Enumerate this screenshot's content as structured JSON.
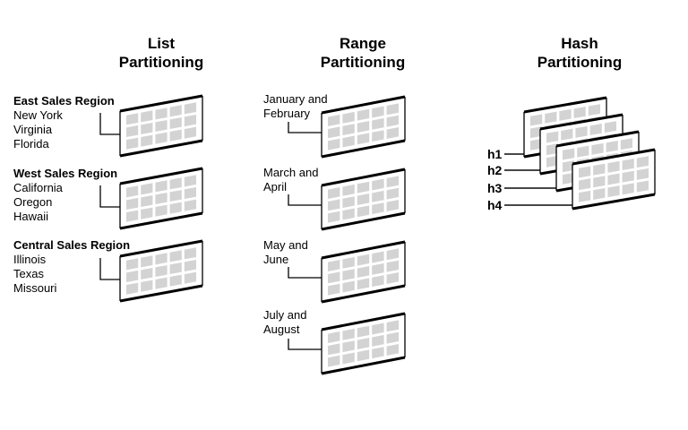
{
  "sections": {
    "list": {
      "title_line1": "List",
      "title_line2": "Partitioning",
      "groups": [
        {
          "heading": "East Sales Region",
          "items": [
            "New York",
            "Virginia",
            "Florida"
          ]
        },
        {
          "heading": "West Sales Region",
          "items": [
            "California",
            "Oregon",
            "Hawaii"
          ]
        },
        {
          "heading": "Central Sales Region",
          "items": [
            "Illinois",
            "Texas",
            "Missouri"
          ]
        }
      ]
    },
    "range": {
      "title_line1": "Range",
      "title_line2": "Partitioning",
      "groups": [
        {
          "line1": "January and",
          "line2": "February"
        },
        {
          "line1": "March and",
          "line2": "April"
        },
        {
          "line1": "May and",
          "line2": "June"
        },
        {
          "line1": "July and",
          "line2": "August"
        }
      ]
    },
    "hash": {
      "title_line1": "Hash",
      "title_line2": "Partitioning",
      "labels": [
        "h1",
        "h2",
        "h3",
        "h4"
      ]
    }
  },
  "colors": {
    "outline": "#000000",
    "cell": "#d3d3d3",
    "panel_fill": "#ffffff"
  }
}
